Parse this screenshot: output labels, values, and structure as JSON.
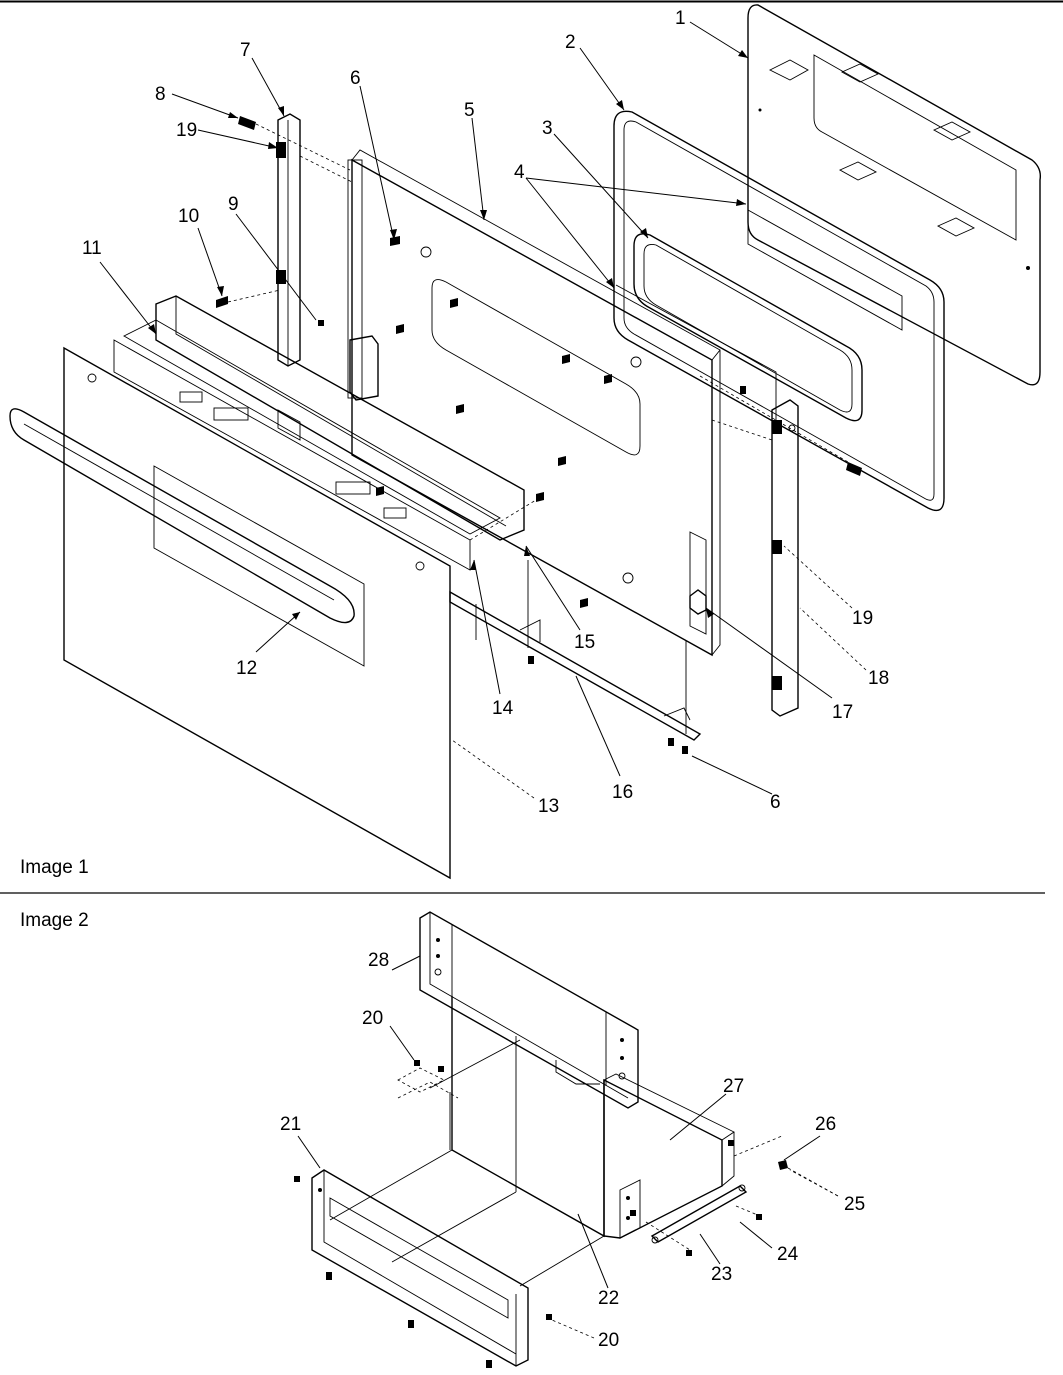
{
  "captions": {
    "image1": "Image 1",
    "image2": "Image 2"
  },
  "callouts": [
    {
      "label": "1"
    },
    {
      "label": "2"
    },
    {
      "label": "3"
    },
    {
      "label": "4"
    },
    {
      "label": "5"
    },
    {
      "label": "6"
    },
    {
      "label": "7"
    },
    {
      "label": "8"
    },
    {
      "label": "19"
    },
    {
      "label": "10"
    },
    {
      "label": "9"
    },
    {
      "label": "11"
    },
    {
      "label": "12"
    },
    {
      "label": "13"
    },
    {
      "label": "14"
    },
    {
      "label": "15"
    },
    {
      "label": "16"
    },
    {
      "label": "6"
    },
    {
      "label": "17"
    },
    {
      "label": "18"
    },
    {
      "label": "19"
    },
    {
      "label": "28"
    },
    {
      "label": "20"
    },
    {
      "label": "27"
    },
    {
      "label": "26"
    },
    {
      "label": "21"
    },
    {
      "label": "25"
    },
    {
      "label": "24"
    },
    {
      "label": "23"
    },
    {
      "label": "22"
    },
    {
      "label": "20"
    }
  ]
}
